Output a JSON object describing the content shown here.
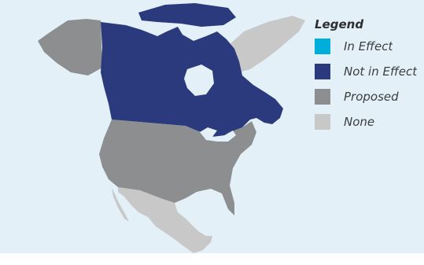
{
  "legend": {
    "title": "Legend",
    "items": [
      {
        "label": "In Effect",
        "color": "#00aedb"
      },
      {
        "label": "Not in Effect",
        "color": "#2b3a7c"
      },
      {
        "label": "Proposed",
        "color": "#8c8e90"
      },
      {
        "label": "None",
        "color": "#c8c8c8"
      }
    ]
  },
  "regions": [
    {
      "name": "Canada",
      "status": "Not in Effect"
    },
    {
      "name": "United States",
      "status": "Proposed"
    },
    {
      "name": "Mexico",
      "status": "None"
    }
  ],
  "colors": {
    "background": "#e4f0f7",
    "water": "#e4f0f7"
  }
}
